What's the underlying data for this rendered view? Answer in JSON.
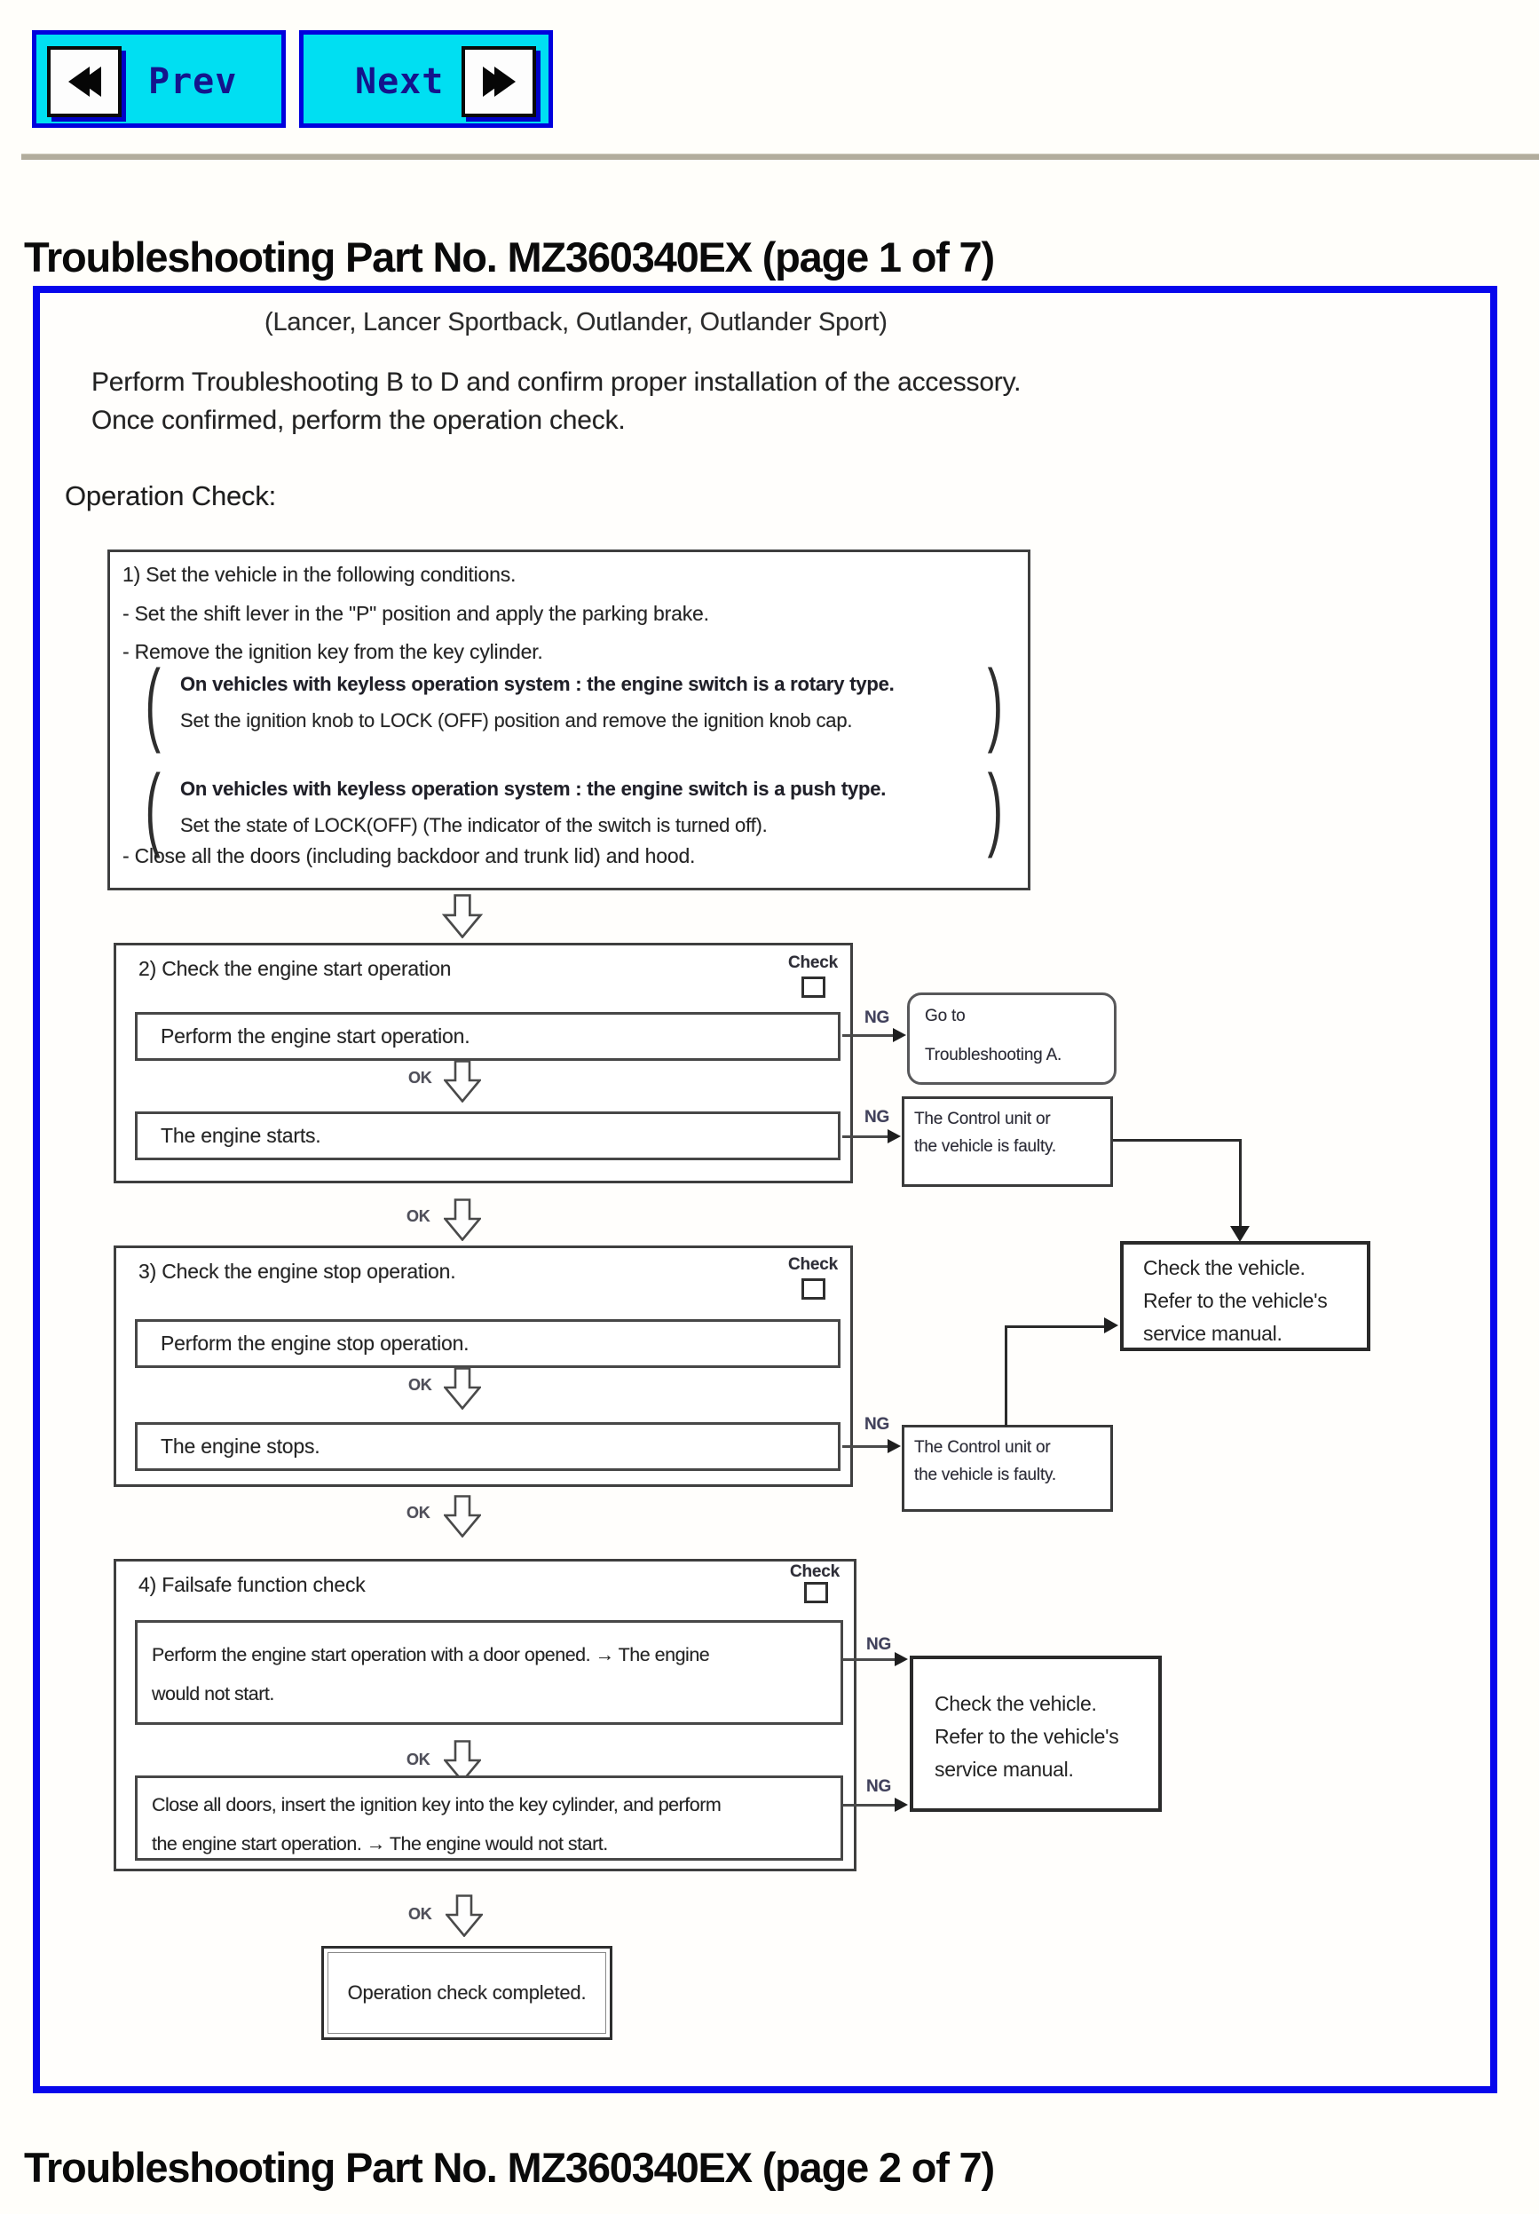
{
  "colors": {
    "accent_blue": "#0707ec",
    "button_cyan": "#00dff2",
    "button_border_blue": "#0101dd",
    "button_text_navy": "#14148c",
    "divider_tan": "#b2ad9d"
  },
  "nav": {
    "prev_label": "Prev",
    "next_label": "Next"
  },
  "labels": {
    "ok": "OK",
    "ng": "NG",
    "check": "Check"
  },
  "page1": {
    "heading": "Troubleshooting Part No. MZ360340EX (page 1 of 7)",
    "models": "(Lancer, Lancer Sportback, Outlander, Outlander Sport)",
    "intro1": "Perform Troubleshooting B to D and confirm proper installation of the accessory.",
    "intro2": "Once confirmed, perform the operation check.",
    "section": "Operation Check:",
    "step1": {
      "title": "1) Set the vehicle in the following conditions.",
      "item1": "- Set the shift lever in the \"P\" position and apply the parking brake.",
      "item2": "- Remove the ignition key from the key cylinder.",
      "note1_line1": "On vehicles with keyless operation system : the engine switch is a rotary type.",
      "note1_line2": "Set the ignition knob to LOCK (OFF) position and remove the ignition knob cap.",
      "note2_line1": "On vehicles with keyless operation system : the engine switch is a push type.",
      "note2_line2": "Set the state of LOCK(OFF) (The indicator of the switch is turned off).",
      "item3": "- Close all the doors (including backdoor and trunk lid) and hood."
    },
    "step2": {
      "title": "2) Check the engine start operation",
      "action": "Perform the engine start operation.",
      "result": "The engine starts."
    },
    "step3": {
      "title": "3) Check the engine stop operation.",
      "action": "Perform the engine stop operation.",
      "result": "The engine stops."
    },
    "step4": {
      "title": "4) Failsafe function check",
      "action_line1": "Perform the engine start operation with a door opened. → The engine",
      "action_line2": "would not start.",
      "result_line1": "Close all doors, insert the ignition key into the key cylinder, and perform",
      "result_line2": "the engine start operation. → The engine would not start."
    },
    "goto_box": {
      "line1": "Go to",
      "line2": "Troubleshooting A."
    },
    "fault_box": {
      "line1": "The Control unit or",
      "line2": "the vehicle is faulty."
    },
    "check_vehicle_box": {
      "line1": "Check the vehicle.",
      "line2": "Refer to the vehicle's",
      "line3": "service manual."
    },
    "complete_box": "Operation check completed."
  },
  "page2": {
    "heading": "Troubleshooting Part No. MZ360340EX (page 2 of 7)"
  }
}
